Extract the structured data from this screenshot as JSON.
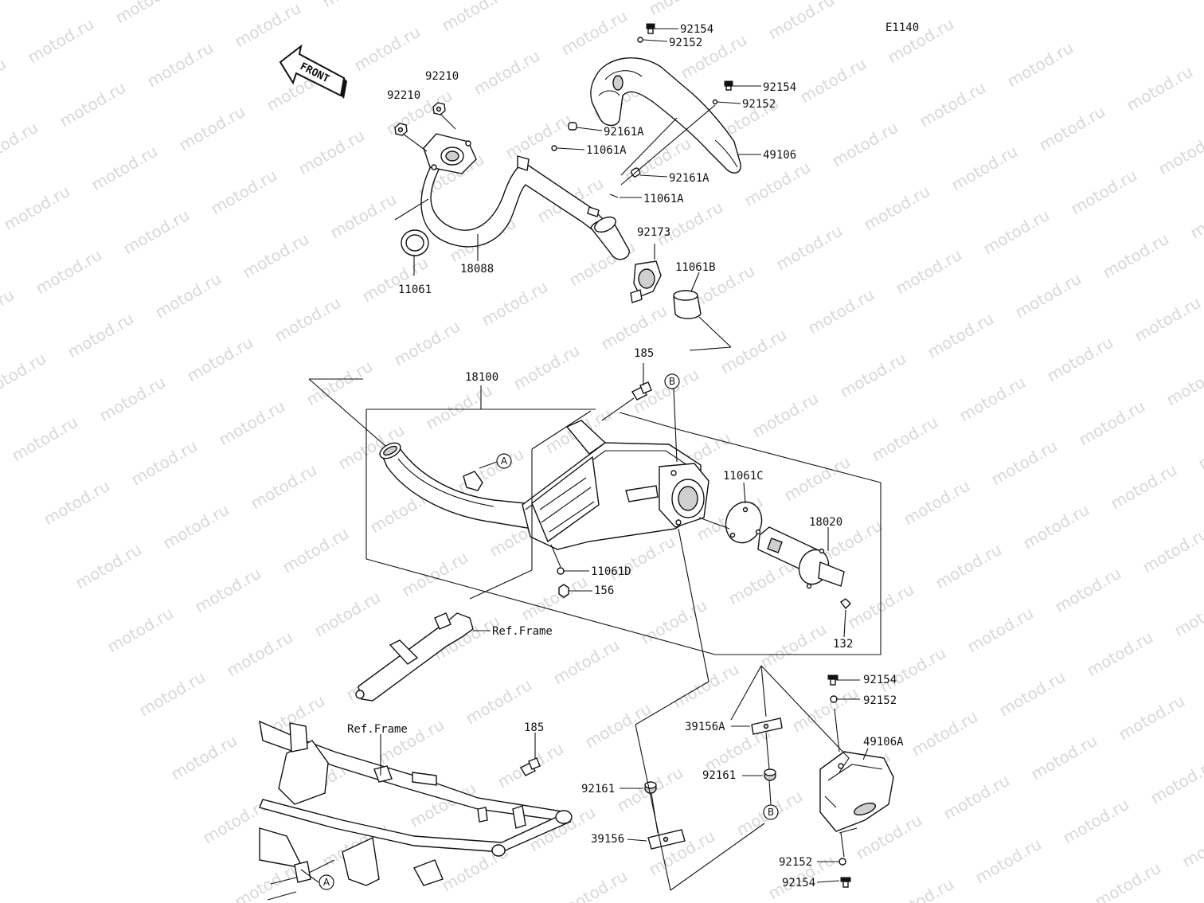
{
  "diagram_code": "E1140",
  "watermark": "motod.ru",
  "front_label": "FRONT",
  "ref_frame": "Ref.Frame",
  "labels": {
    "p92154_a": "92154",
    "p92152_a": "92152",
    "p92154_b": "92154",
    "p92152_b": "92152",
    "p92161A_a": "92161A",
    "p11061A_a": "11061A",
    "p49106": "49106",
    "p92161A_b": "92161A",
    "p11061A_b": "11061A",
    "p92210_a": "92210",
    "p92210_b": "92210",
    "p92173": "92173",
    "p11061B": "11061B",
    "p11061": "11061",
    "p18088": "18088",
    "p185_a": "185",
    "p18100": "18100",
    "p11061C": "11061C",
    "p18020": "18020",
    "p11061D": "11061D",
    "p156": "156",
    "p132": "132",
    "p92154_c": "92154",
    "p92152_c": "92152",
    "p39156A": "39156A",
    "p49106A": "49106A",
    "p92161_a": "92161",
    "p92161_b": "92161",
    "p185_b": "185",
    "p39156": "39156",
    "p92152_d": "92152",
    "p92154_d": "92154"
  },
  "callouts": {
    "A": "A",
    "B": "B"
  }
}
